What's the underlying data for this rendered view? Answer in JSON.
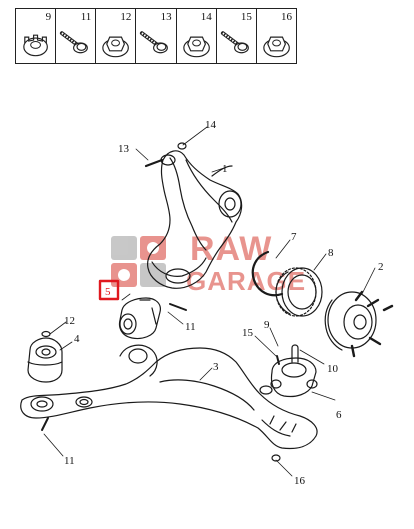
{
  "hardware_table": {
    "columns": [
      {
        "number": "9",
        "icon": "castle-nut-icon"
      },
      {
        "number": "11",
        "icon": "flange-bolt-icon"
      },
      {
        "number": "12",
        "icon": "flange-nut-icon"
      },
      {
        "number": "13",
        "icon": "flange-bolt-icon"
      },
      {
        "number": "14",
        "icon": "flange-nut-icon"
      },
      {
        "number": "15",
        "icon": "flange-bolt-icon"
      },
      {
        "number": "16",
        "icon": "flange-nut-icon"
      }
    ]
  },
  "callouts": {
    "c1": "1",
    "c2": "2",
    "c3": "3",
    "c4": "4",
    "c5": "5",
    "c6": "6",
    "c7": "7",
    "c8": "8",
    "c9": "9",
    "c10": "10",
    "c11a": "11",
    "c11b": "11",
    "c12": "12",
    "c13": "13",
    "c14": "14",
    "c15": "15",
    "c16": "16"
  },
  "watermark": {
    "line1": "RAW",
    "line2": "GARAGE"
  },
  "colors": {
    "line": "#1a1a1a",
    "highlight": "#e0191f",
    "watermark": "#d63c32"
  }
}
